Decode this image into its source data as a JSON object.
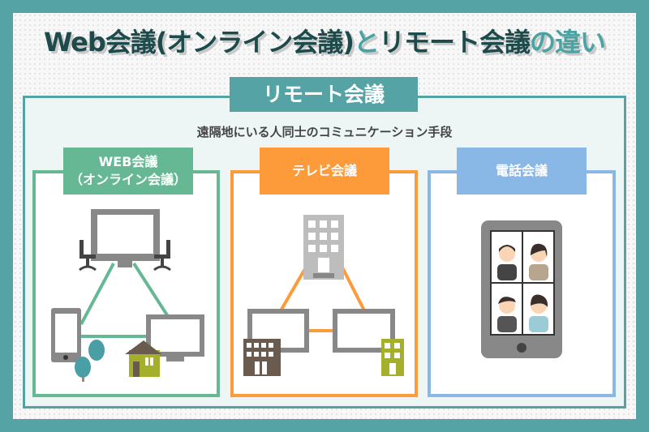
{
  "title": {
    "part1": "Web会議(オンライン会議)",
    "part2": "と",
    "part3": "リモート会議",
    "part4": "の違い"
  },
  "remote": {
    "label": "リモート会議",
    "subtitle": "遠隔地にいる人同士のコミュニケーション手段"
  },
  "categories": [
    {
      "label_line1": "WEB会議",
      "label_line2": "（オンライン会議）",
      "color": "#66b894"
    },
    {
      "label_line1": "テレビ会議",
      "color": "#fd9a3a"
    },
    {
      "label_line1": "電話会議",
      "color": "#8ab8e6"
    }
  ]
}
